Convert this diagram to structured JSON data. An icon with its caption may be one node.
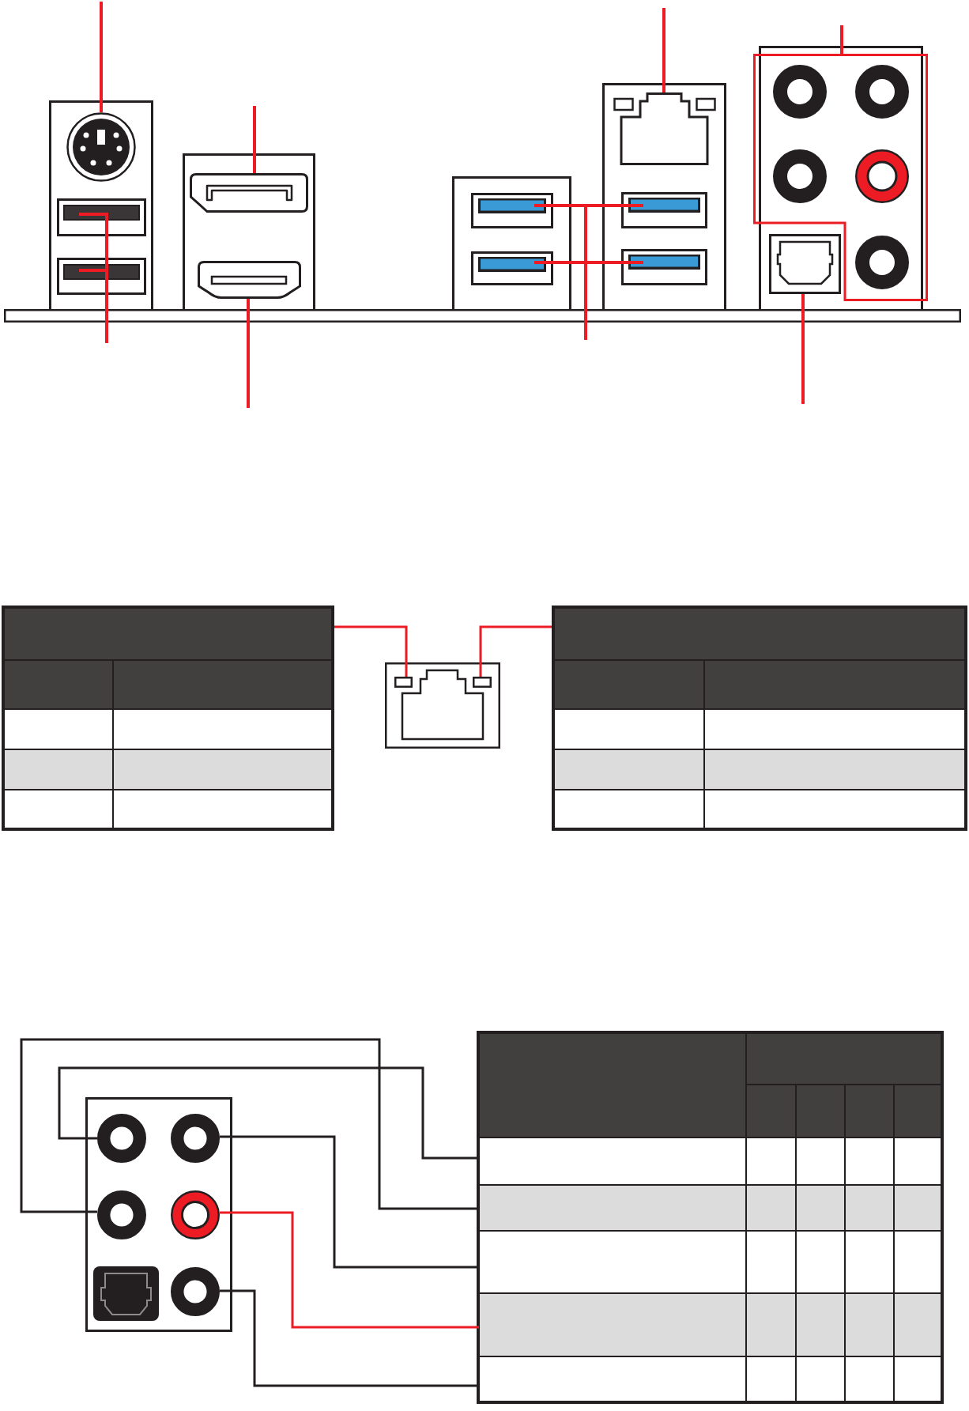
{
  "diagram": {
    "nodes": [
      {
        "text": [],
        "shape": "box"
      },
      {
        "text": [],
        "shape": "circle",
        "in": 0
      },
      {
        "text": [],
        "shape": "box",
        "in": 0
      },
      {
        "text": [],
        "shape": "box",
        "in": 0
      },
      {
        "text": [],
        "shape": "box"
      },
      {
        "text": [],
        "shape": "box",
        "in": 4
      },
      {
        "text": [],
        "shape": "box",
        "in": 4
      },
      {
        "text": [],
        "shape": "box"
      },
      {
        "text": [],
        "shape": "box",
        "in": 7
      },
      {
        "text": [],
        "shape": "box",
        "in": 7
      },
      {
        "text": [],
        "shape": "box"
      },
      {
        "text": [],
        "shape": "box",
        "in": 10
      },
      {
        "text": [],
        "shape": "box",
        "in": 10
      },
      {
        "text": [],
        "shape": "box",
        "in": 10
      },
      {
        "text": [],
        "shape": "box"
      },
      {
        "text": [],
        "shape": "box"
      },
      {
        "text": [],
        "shape": "circle",
        "in": 15
      },
      {
        "text": [],
        "shape": "circle",
        "in": 15
      },
      {
        "text": [],
        "shape": "circle",
        "in": 15
      },
      {
        "text": [],
        "shape": "circle",
        "in": 15
      },
      {
        "text": [],
        "shape": "box",
        "in": 14
      },
      {
        "text": [],
        "shape": "circle",
        "in": 15
      },
      {
        "text": [],
        "shape": "bar"
      },
      {
        "text": [],
        "shape": "table"
      },
      {
        "text": [],
        "shape": "box"
      },
      {
        "text": [],
        "shape": "box",
        "in": 24
      },
      {
        "text": [],
        "shape": "box",
        "in": 24
      },
      {
        "text": [],
        "shape": "table"
      },
      {
        "text": [],
        "shape": "box"
      },
      {
        "text": [],
        "shape": "circle",
        "in": 28
      },
      {
        "text": [],
        "shape": "circle",
        "in": 28
      },
      {
        "text": [],
        "shape": "circle",
        "in": 28
      },
      {
        "text": [],
        "shape": "circle",
        "in": 28
      },
      {
        "text": [],
        "shape": "box",
        "in": 28
      },
      {
        "text": [],
        "shape": "circle",
        "in": 28
      },
      {
        "text": [],
        "shape": "table"
      },
      {
        "text": [],
        "shape": "box",
        "in": 35
      },
      {
        "text": [],
        "shape": "box",
        "in": 35
      },
      {
        "text": [],
        "shape": "box",
        "in": 35
      },
      {
        "text": [],
        "shape": "box",
        "in": 35
      },
      {
        "text": [],
        "shape": "box",
        "in": 35
      }
    ],
    "edges": [
      {
        "from": null,
        "to": 1,
        "arrow": "none"
      },
      {
        "from": null,
        "to": 2,
        "arrow": "none"
      },
      {
        "from": null,
        "to": 3,
        "arrow": "none"
      },
      {
        "from": null,
        "to": 5,
        "arrow": "none"
      },
      {
        "from": null,
        "to": 6,
        "arrow": "none"
      },
      {
        "from": null,
        "to": 11,
        "arrow": "none"
      },
      {
        "from": null,
        "to": 8,
        "arrow": "none"
      },
      {
        "from": null,
        "to": 9,
        "arrow": "none"
      },
      {
        "from": null,
        "to": 12,
        "arrow": "none"
      },
      {
        "from": null,
        "to": 13,
        "arrow": "none"
      },
      {
        "from": null,
        "to": 15,
        "arrow": "none"
      },
      {
        "from": null,
        "to": 20,
        "arrow": "none"
      },
      {
        "from": 23,
        "to": 25,
        "arrow": "none"
      },
      {
        "from": 27,
        "to": 26,
        "arrow": "none"
      },
      {
        "from": 29,
        "to": 36,
        "arrow": "none",
        "color": "#231f20"
      },
      {
        "from": 31,
        "to": 37,
        "arrow": "none",
        "color": "#231f20"
      },
      {
        "from": 30,
        "to": 38,
        "arrow": "none",
        "color": "#231f20"
      },
      {
        "from": 32,
        "to": 39,
        "arrow": "none"
      },
      {
        "from": 34,
        "to": 40,
        "arrow": "none",
        "color": "#231f20"
      }
    ]
  }
}
